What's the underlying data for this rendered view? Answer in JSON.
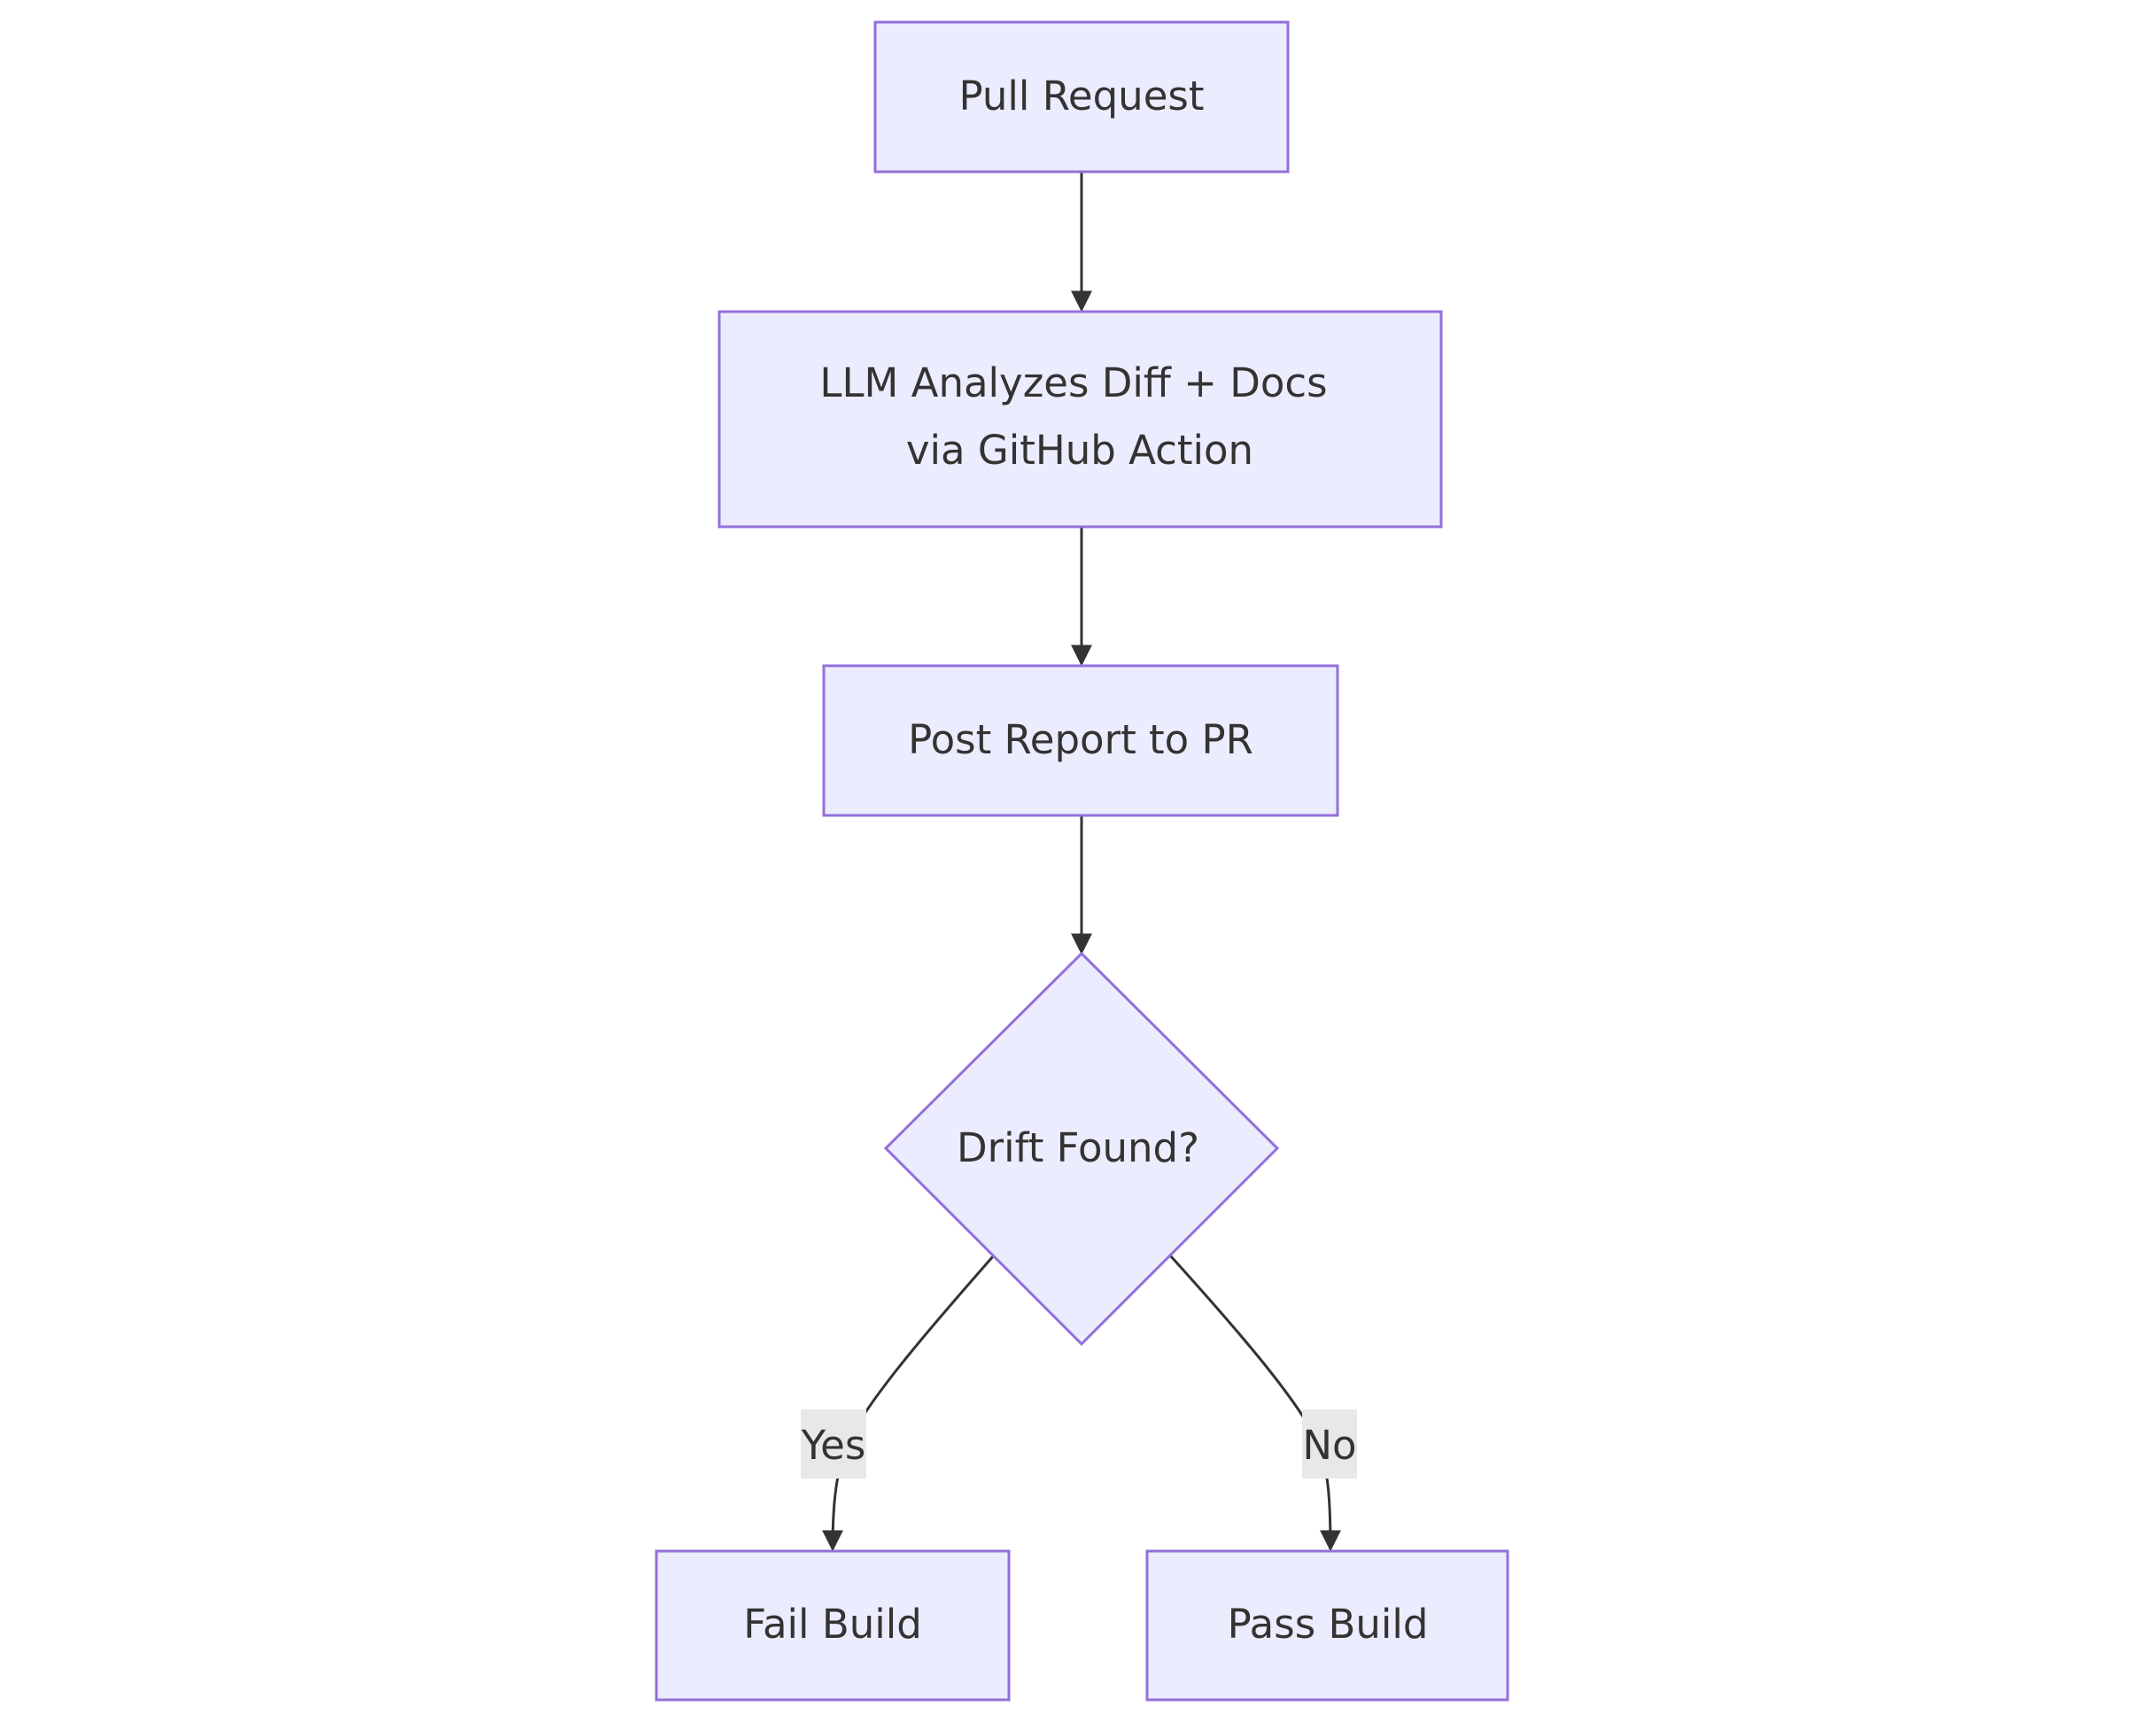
{
  "colors": {
    "node_fill": "#ECECFF",
    "node_stroke": "#9370DB",
    "edge": "#333333",
    "edge_label_bg": "#E8E8E8",
    "text": "#333333"
  },
  "nodes": {
    "pull_request": {
      "label": "Pull Request"
    },
    "llm_analyzes": {
      "line1": "LLM Analyzes Diff + Docs",
      "line2": "via GitHub Action"
    },
    "post_report": {
      "label": "Post Report to PR"
    },
    "drift_found": {
      "label": "Drift Found?"
    },
    "fail_build": {
      "label": "Fail Build"
    },
    "pass_build": {
      "label": "Pass Build"
    }
  },
  "edges": {
    "yes_label": "Yes",
    "no_label": "No"
  }
}
